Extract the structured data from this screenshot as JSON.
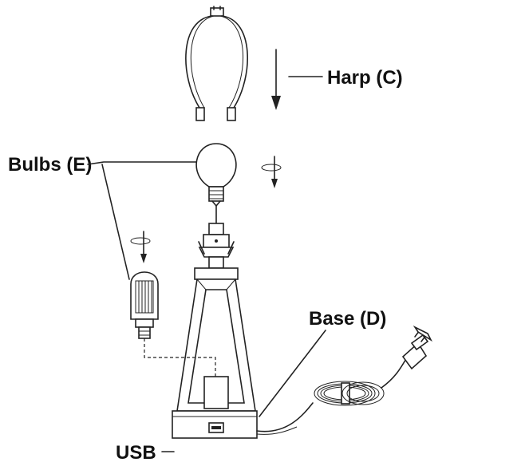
{
  "labels": {
    "harp": "Harp (C)",
    "bulbs": "Bulbs (E)",
    "base": "Base (D)",
    "usb": "USB"
  },
  "colors": {
    "line": "#222222",
    "background": "#ffffff"
  }
}
